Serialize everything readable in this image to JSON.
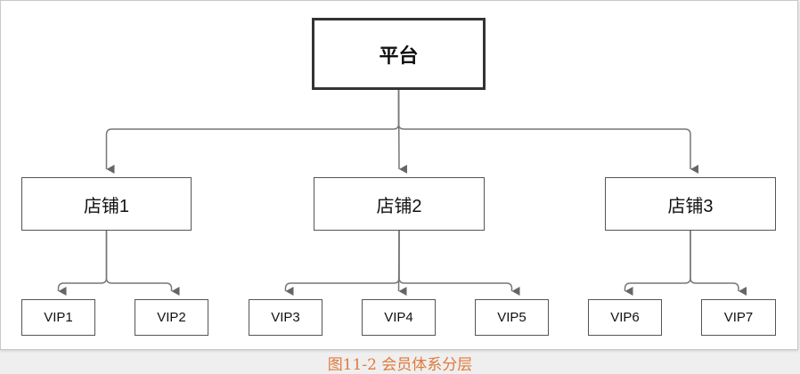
{
  "diagram": {
    "root": {
      "label": "平台"
    },
    "stores": [
      {
        "label": "店铺1",
        "children": [
          0,
          1
        ]
      },
      {
        "label": "店铺2",
        "children": [
          2,
          3,
          4
        ]
      },
      {
        "label": "店铺3",
        "children": [
          5,
          6
        ]
      }
    ],
    "vips": [
      {
        "label": "VIP1"
      },
      {
        "label": "VIP2"
      },
      {
        "label": "VIP3"
      },
      {
        "label": "VIP4"
      },
      {
        "label": "VIP5"
      },
      {
        "label": "VIP6"
      },
      {
        "label": "VIP7"
      }
    ],
    "colors": {
      "line": "#777777",
      "caption": "#e07a3c"
    }
  },
  "caption": "图11-2 会员体系分层"
}
